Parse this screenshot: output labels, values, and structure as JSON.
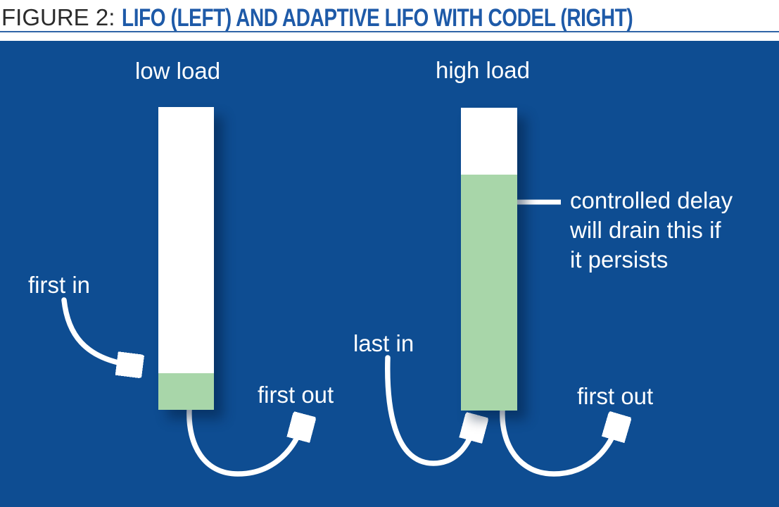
{
  "title": {
    "prefix": "FIGURE 2:",
    "caption": "LIFO (LEFT) AND ADAPTIVE LIFO WITH CODEL (RIGHT)"
  },
  "colors": {
    "panel_background": "#0e4d92",
    "queue_empty": "#ffffff",
    "queue_filled": "#a8d6a9",
    "caption_blue": "#1e5aa8",
    "prefix_gray": "#2b2b2b",
    "rule_blue": "#2f64a7",
    "label_white": "#ffffff",
    "arrow_white": "#ffffff"
  },
  "left_queue": {
    "load_label": "low load",
    "enqueue_label": "first in",
    "dequeue_label": "first out",
    "fill_percent": 12
  },
  "right_queue": {
    "load_label": "high load",
    "enqueue_label": "last in",
    "dequeue_label": "first out",
    "fill_percent": 78,
    "callout_lines": [
      "controlled delay",
      "will drain this if",
      "it persists"
    ]
  }
}
